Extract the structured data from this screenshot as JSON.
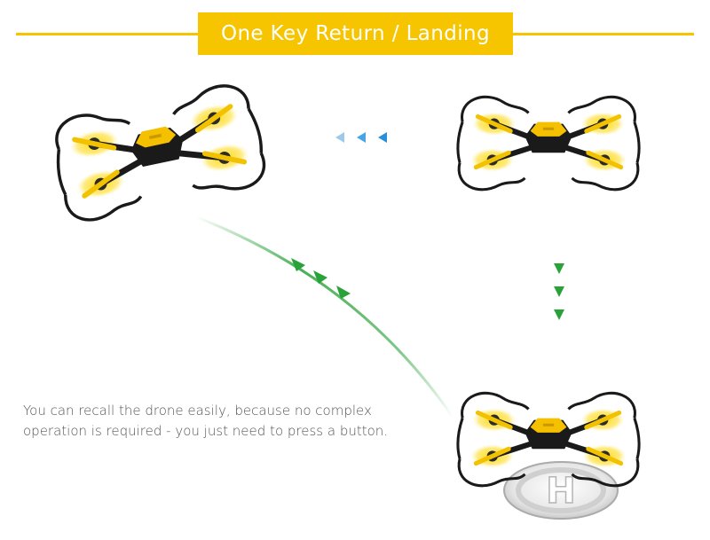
{
  "header": {
    "title": "One Key Return / Landing"
  },
  "caption": {
    "line1": "You can recall the drone easily, because no complex",
    "line2": "operation is required - you just need to press a button."
  },
  "landing_pad": {
    "letter": "H"
  },
  "colors": {
    "accent_yellow": "#f6c500",
    "arrow_blue": "#2a8fd6",
    "arrow_green": "#2aa23a",
    "drone_body": "#1a1a1a"
  },
  "icons": [
    "drone-icon",
    "landing-pad-icon",
    "arrow-icon"
  ]
}
